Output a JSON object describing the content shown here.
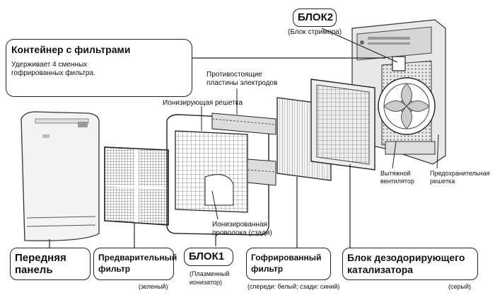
{
  "block2": {
    "title": "БЛОК2",
    "subtitle": "(Блок стримера)"
  },
  "container": {
    "title": "Контейнер с фильтрами",
    "desc_line1": "Удерживает 4 сменных",
    "desc_line2": "гофрированных фильтра."
  },
  "callouts": {
    "electrodes_line1": "Противостоящие",
    "electrodes_line2": "пластины электродов",
    "ionizing_grid": "Ионизирующая решетка",
    "ionized_wire_line1": "Ионизированная",
    "ionized_wire_line2": "проволока (сзади)",
    "fan_line1": "Вытяжной",
    "fan_line2": "вентилятор",
    "guard_line1": "Предохранительная",
    "guard_line2": "решетка"
  },
  "bottom_labels": {
    "front_panel_line1": "Передняя",
    "front_panel_line2": "панель",
    "prefilter_line1": "Предварительный",
    "prefilter_line2": "фильтр",
    "prefilter_note": "(зеленый)",
    "block1_title": "БЛОК1",
    "block1_note_line1": "(Плазменный",
    "block1_note_line2": "ионизатор)",
    "pleated_line1": "Гофрированный",
    "pleated_line2": "фильтр",
    "pleated_note": "(спереди: белый; сзади: синий)",
    "catalyst_line1": "Блок дезодорирующего",
    "catalyst_line2": "катализатора",
    "catalyst_note": "(серый)"
  }
}
